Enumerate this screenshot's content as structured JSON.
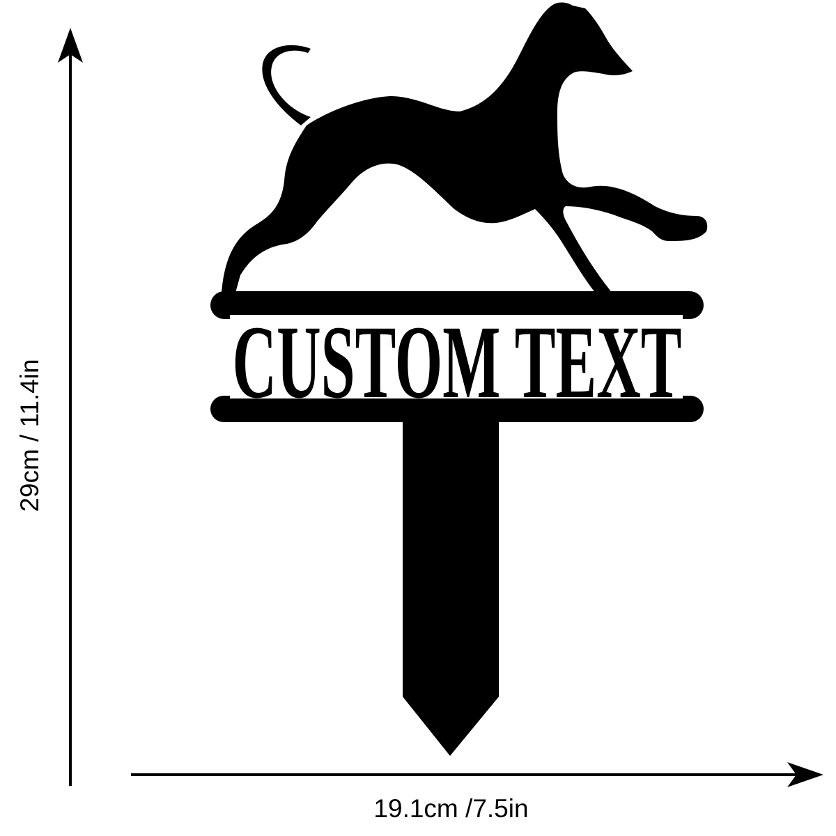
{
  "sign": {
    "text": "CUSTOM TEXT",
    "color": "#000000"
  },
  "dimensions": {
    "width_label": "19.1cm /7.5in",
    "height_label": "29cm / 11.4in"
  },
  "icons": [
    "dog-silhouette-icon",
    "arrow-right-icon",
    "arrow-up-icon"
  ]
}
